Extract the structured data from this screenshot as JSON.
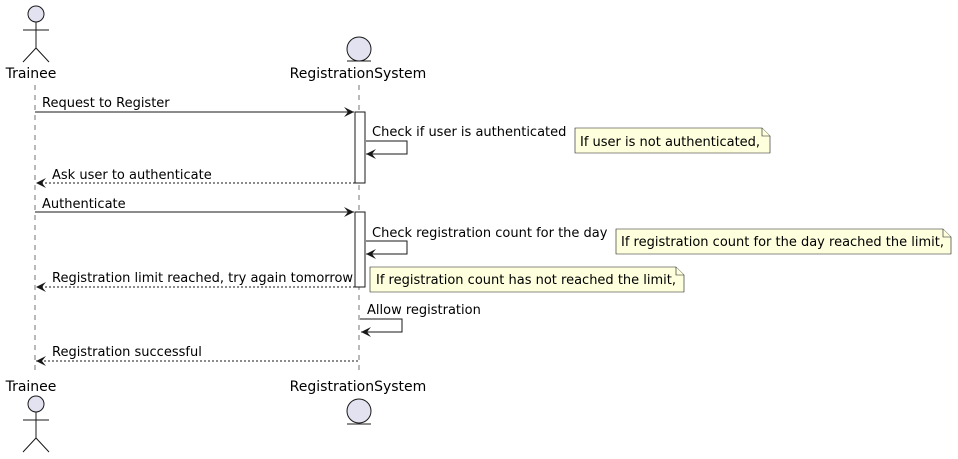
{
  "participants": [
    {
      "id": "trainee",
      "name": "Trainee",
      "kind": "actor"
    },
    {
      "id": "registration_system",
      "name": "RegistrationSystem",
      "kind": "entity"
    }
  ],
  "messages": [
    {
      "label": "Request to Register",
      "from": "trainee",
      "to": "registration_system",
      "style": "solid"
    },
    {
      "label": "Check if user is authenticated",
      "from": "registration_system",
      "to": "registration_system",
      "style": "solid"
    },
    {
      "label": "Ask user to authenticate",
      "from": "registration_system",
      "to": "trainee",
      "style": "dashed"
    },
    {
      "label": "Authenticate",
      "from": "trainee",
      "to": "registration_system",
      "style": "solid"
    },
    {
      "label": "Check registration count for the day",
      "from": "registration_system",
      "to": "registration_system",
      "style": "solid"
    },
    {
      "label": "Registration limit reached, try again tomorrow",
      "from": "registration_system",
      "to": "trainee",
      "style": "dashed"
    },
    {
      "label": "Allow registration",
      "from": "registration_system",
      "to": "registration_system",
      "style": "solid"
    },
    {
      "label": "Registration successful",
      "from": "registration_system",
      "to": "trainee",
      "style": "dashed"
    }
  ],
  "notes": [
    {
      "text": "If user is not authenticated,"
    },
    {
      "text": "If registration count for the day reached the limit,"
    },
    {
      "text": "If registration count has not reached the limit,"
    }
  ],
  "colors": {
    "participant_fill": "#E2E2F0",
    "participant_stroke": "#181818",
    "note_fill": "#FEFFDD",
    "note_stroke": "#181818",
    "line": "#181818",
    "lifeline": "#181818"
  }
}
